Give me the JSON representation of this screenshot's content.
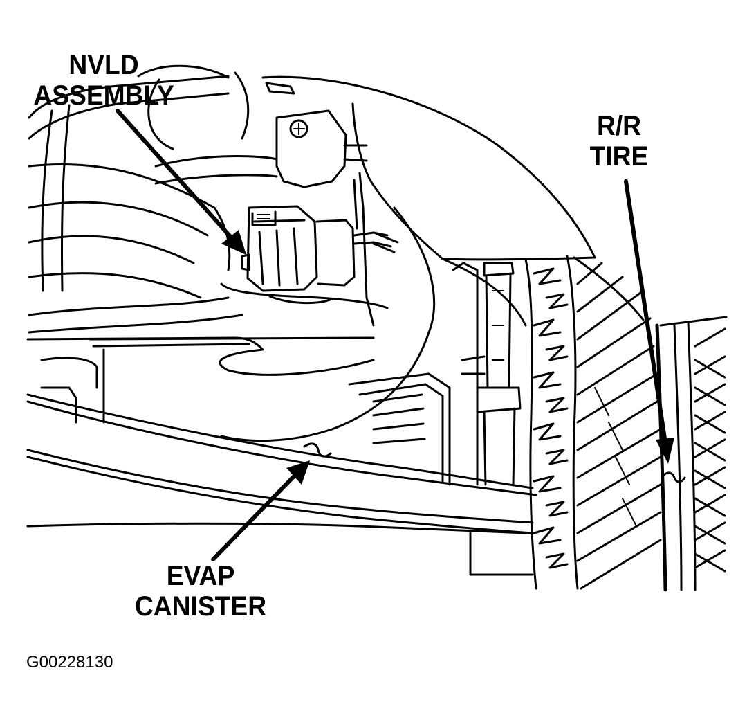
{
  "callouts": {
    "nvld": {
      "line1": "NVLD",
      "line2": "ASSEMBLY"
    },
    "rr_tire": {
      "line1": "R/R",
      "line2": "TIRE"
    },
    "evap": {
      "line1": "EVAP",
      "line2": "CANISTER"
    }
  },
  "figure_id": "G00228130",
  "colors": {
    "ink": "#000000",
    "paper": "#ffffff",
    "dark_stripe": "#222222"
  }
}
